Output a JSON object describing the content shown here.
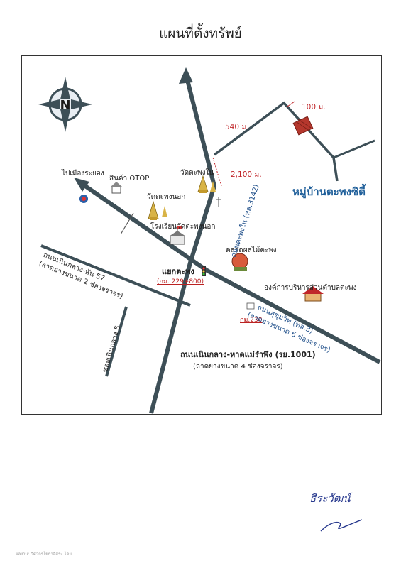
{
  "title": "แผนที่ตั้งทรัพย์",
  "compass": {
    "letter": "N",
    "icon": "compass-north-icon"
  },
  "labels": {
    "to_rayong": "ไปเมืองระยอง",
    "otop": "สินค้า OTOP",
    "wat_nai": "วัดตะพงใน",
    "wat_nok": "วัดตะพงนอก",
    "school": "โรงเรียนวัดตะพงนอก",
    "fruit_market": "ตลาดผลไม้ตะพง",
    "junction": "แยกตะพง",
    "junction_km": "(กม. 229+800)",
    "tao": "องค์การบริหารส่วนตำบลตะพง",
    "km230": "กม.230",
    "village": "หมู่บ้านตะพงซิตี้",
    "dist_540": "540 ม.",
    "dist_100": "100 ม.",
    "dist_2100": "2,100 ม."
  },
  "roads": {
    "rd_3142": "ถนนตะพงใน (ทล.3142)",
    "sukhumvit": "ถนนสุขุมวิท (ทล.3)",
    "sukhumvit_sub": "(ลาดยางขนาด 6 ช่องจราจร)",
    "nern_klang_57": "ถนนเนินกลาง-หัน 57",
    "nern_klang_57_sub": "(ลาดยางขนาด 2 ช่องจราจร)",
    "soi_5": "ซอยเนินกลาง 5",
    "rayong_1001": "ถนนเนินกลาง-หาดแม่รำพึง (รย.1001)",
    "rayong_1001_sub": "(ลาดยางขนาด 4 ช่องจราจร)"
  },
  "signature": "ธีระวัฒน์",
  "footer": "ผลงาน: วิศวกรโยธาอิสระ โดย ....",
  "colors": {
    "road": "#3d4f57",
    "accent_red": "#c0262a",
    "village_blue": "#1f5f9a",
    "plot": "#b5372d"
  }
}
